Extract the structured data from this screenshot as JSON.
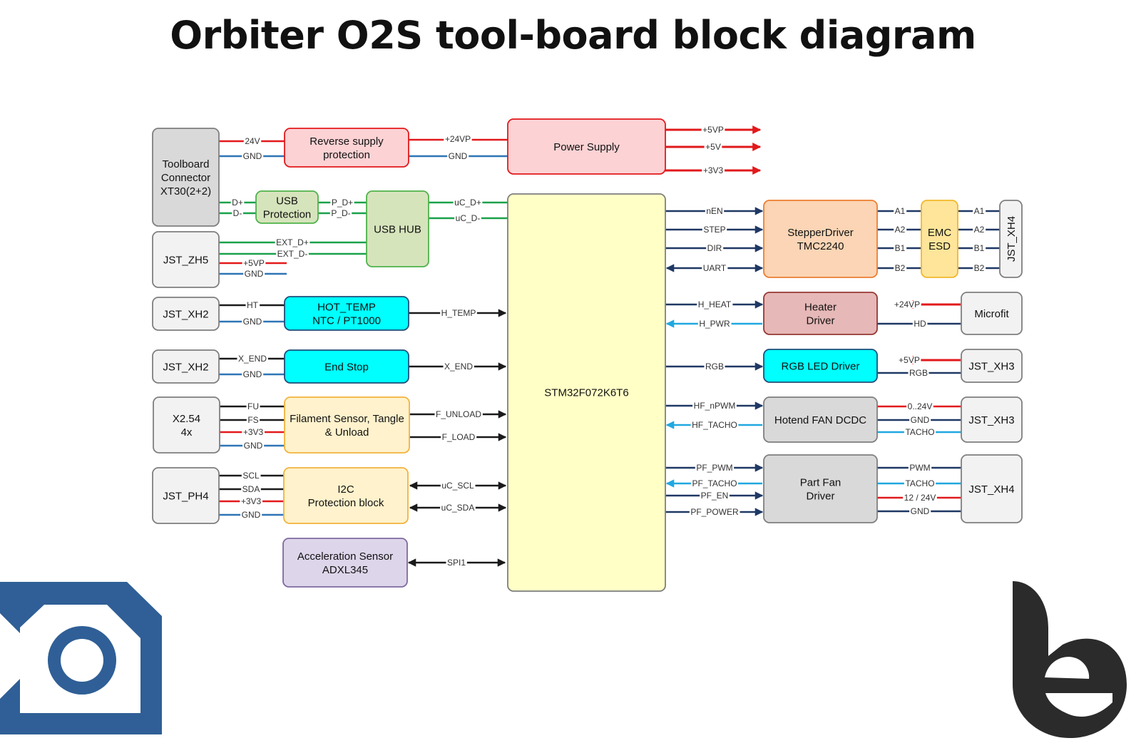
{
  "title": "Orbiter O2S tool-board block diagram",
  "colors": {
    "power": "#e2191b",
    "gnd": "#2e75b6",
    "usb": "#1aa14a",
    "data": "#1f3864",
    "tacho": "#20a8e0",
    "black": "#1a1a1a",
    "logo_blue": "#2f5f96"
  },
  "blocks": {
    "toolboard_connector": [
      "Toolboard",
      "Connector",
      "XT30(2+2)"
    ],
    "jst_zh5": [
      "JST_ZH5"
    ],
    "jst_xh2_temp": [
      "JST_XH2"
    ],
    "jst_xh2_end": [
      "JST_XH2"
    ],
    "x254": [
      "X2.54",
      "4x"
    ],
    "jst_ph4": [
      "JST_PH4"
    ],
    "reverse_supply": [
      "Reverse supply",
      "protection"
    ],
    "power_supply": [
      "Power Supply"
    ],
    "usb_protection": [
      "USB",
      "Protection"
    ],
    "usb_hub": [
      "USB HUB"
    ],
    "hot_temp": [
      "HOT_TEMP",
      "NTC / PT1000"
    ],
    "end_stop": [
      "End Stop"
    ],
    "filament": [
      "Filament Sensor, Tangle",
      "& Unload"
    ],
    "i2c": [
      "I2C",
      "Protection block"
    ],
    "accel": [
      "Acceleration Sensor",
      "ADXL345"
    ],
    "mcu": [
      "STM32F072K6T6"
    ],
    "stepper": [
      "StepperDriver",
      "TMC2240"
    ],
    "emc": [
      "EMC",
      "ESD"
    ],
    "jst_xh4_top": [
      "JST_XH4"
    ],
    "heater": [
      "Heater",
      "Driver"
    ],
    "microfit": [
      "Microfit"
    ],
    "rgb_driver": [
      "RGB LED Driver"
    ],
    "jst_xh3_rgb": [
      "JST_XH3"
    ],
    "hotend_fan": [
      "Hotend FAN DCDC"
    ],
    "jst_xh3_fan": [
      "JST_XH3"
    ],
    "part_fan": [
      "Part Fan",
      "Driver"
    ],
    "jst_xh4_fan": [
      "JST_XH4"
    ]
  },
  "signals": {
    "v24": "24V",
    "gnd": "GND",
    "v24p": "+24VP",
    "v5p": "+5VP",
    "v5": "+5V",
    "v3v3": "+3V3",
    "d_plus": "D+",
    "d_minus": "D-",
    "p_d_plus": "P_D+",
    "p_d_minus": "P_D-",
    "uc_d_plus": "uC_D+",
    "uc_d_minus": "uC_D-",
    "ext_d_plus": "EXT_D+",
    "ext_d_minus": "EXT_D-",
    "ht": "HT",
    "h_temp": "H_TEMP",
    "x_end": "X_END",
    "fu": "FU",
    "fs": "FS",
    "f_unload": "F_UNLOAD",
    "f_load": "F_LOAD",
    "scl": "SCL",
    "sda": "SDA",
    "uc_scl": "uC_SCL",
    "uc_sda": "uC_SDA",
    "spi1": "SPI1",
    "nen": "nEN",
    "step": "STEP",
    "dir": "DIR",
    "uart": "UART",
    "a1": "A1",
    "a2": "A2",
    "b1": "B1",
    "b2": "B2",
    "h_heat": "H_HEAT",
    "h_pwr": "H_PWR",
    "hd": "HD",
    "rgb": "RGB",
    "hf_npwm": "HF_nPWM",
    "hf_tacho": "HF_TACHO",
    "v0_24": "0..24V",
    "tacho": "TACHO",
    "pf_pwm": "PF_PWM",
    "pf_tacho": "PF_TACHO",
    "pf_en": "PF_EN",
    "pf_power": "PF_POWER",
    "pwm": "PWM",
    "v12_24": "12 / 24V"
  }
}
